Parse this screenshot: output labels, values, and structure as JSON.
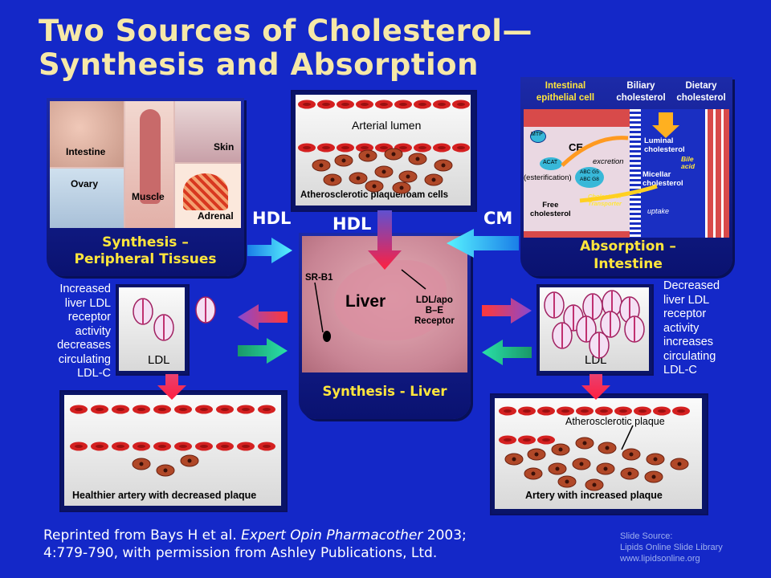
{
  "title_line1": "Two Sources of Cholesterol—",
  "title_line2": "Synthesis and Absorption",
  "synthesis_panel": {
    "label_line1": "Synthesis –",
    "label_line2": "Peripheral Tissues",
    "organs": {
      "intestine": "Intestine",
      "skin": "Skin",
      "ovary": "Ovary",
      "muscle": "Muscle",
      "adrenal": "Adrenal"
    }
  },
  "artery_top": {
    "lumen": "Arterial lumen",
    "caption": "Atherosclerotic plaque/foam cells"
  },
  "absorption_panel": {
    "label_line1": "Absorption –",
    "label_line2": "Intestine",
    "col1_line1": "Intestinal",
    "col1_line2": "epithelial cell",
    "col2_line1": "Biliary",
    "col2_line2": "cholesterol",
    "col3_line1": "Dietary",
    "col3_line2": "cholesterol",
    "mtp": "MTP",
    "ce": "CE",
    "acat": "ACAT",
    "esterification": "(esterification)",
    "excretion": "excretion",
    "abc_line1": "ABC G5",
    "abc_line2": "ABC G8",
    "luminal_line1": "Luminal",
    "luminal_line2": "cholesterol",
    "bile_line1": "Bile",
    "bile_line2": "acid",
    "micellar_line1": "Micellar",
    "micellar_line2": "cholesterol",
    "transporter_line1": "Cholesterol",
    "transporter_line2": "Transporter",
    "uptake": "uptake",
    "free_line1": "Free",
    "free_line2": "cholesterol"
  },
  "flow": {
    "hdl_left": "HDL",
    "hdl_top": "HDL",
    "cm": "CM"
  },
  "liver_panel": {
    "label": "Synthesis - Liver",
    "liver": "Liver",
    "srb1": "SR-B1",
    "receptor_line1": "LDL/apo",
    "receptor_line2": "B–E",
    "receptor_line3": "Receptor"
  },
  "left_text": [
    "Increased",
    "liver LDL",
    "receptor",
    "activity",
    "decreases",
    "circulating",
    "LDL-C"
  ],
  "right_text": [
    "Decreased",
    "liver LDL",
    "receptor",
    "activity",
    "increases",
    "circulating",
    "LDL-C"
  ],
  "ldl_left": "LDL",
  "ldl_right": "LDL",
  "artery_left": {
    "caption": "Healthier artery with decreased plaque"
  },
  "artery_right": {
    "plaque": "Atherosclerotic plaque",
    "caption": "Artery with increased plaque"
  },
  "reference_part1": "Reprinted from Bays H et al. ",
  "reference_journal": "Expert Opin Pharmacother",
  "reference_part2": " 2003;",
  "reference_line2": "4:779-790, with permission from Ashley Publications, Ltd.",
  "source_line1": "Slide Source:",
  "source_line2": "Lipids Online Slide Library",
  "source_line3": "www.lipidsonline.org",
  "colors": {
    "background": "#1428c8",
    "title": "#f6e8a8",
    "label_yellow": "#ffe63c",
    "rbc": "#d42020",
    "foam_cell": "#b04828"
  }
}
